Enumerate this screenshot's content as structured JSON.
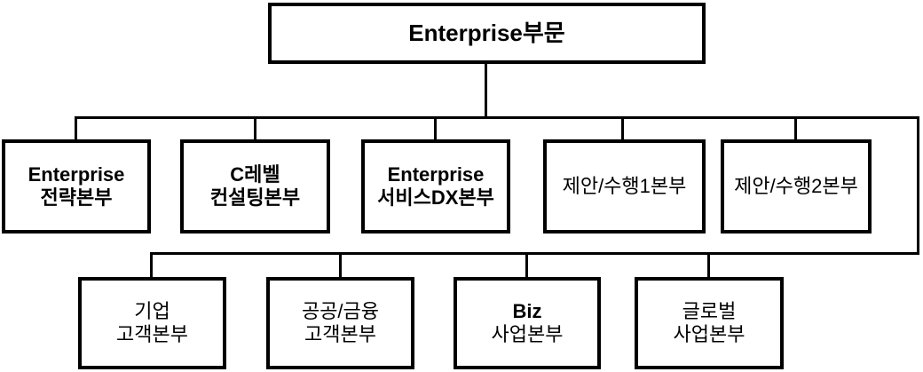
{
  "diagram": {
    "type": "org-chart",
    "line_color": "#000000",
    "box_border_color": "#000000",
    "background_color": "#ffffff"
  },
  "org": {
    "root": {
      "label": "Enterprise부문"
    },
    "row2": [
      {
        "line1": "Enterprise",
        "line2": "전략본부"
      },
      {
        "line1": "C레벨",
        "line2": "컨설팅본부"
      },
      {
        "line1": "Enterprise",
        "line2": "서비스DX본부"
      },
      {
        "line1": "제안/수행1본부"
      },
      {
        "line1": "제안/수행2본부"
      }
    ],
    "row3": [
      {
        "line1": "기업",
        "line2": "고객본부"
      },
      {
        "line1": "공공/금융",
        "line2": "고객본부"
      },
      {
        "line1": "Biz",
        "line2": "사업본부"
      },
      {
        "line1": "글로벌",
        "line2": "사업본부"
      }
    ]
  }
}
